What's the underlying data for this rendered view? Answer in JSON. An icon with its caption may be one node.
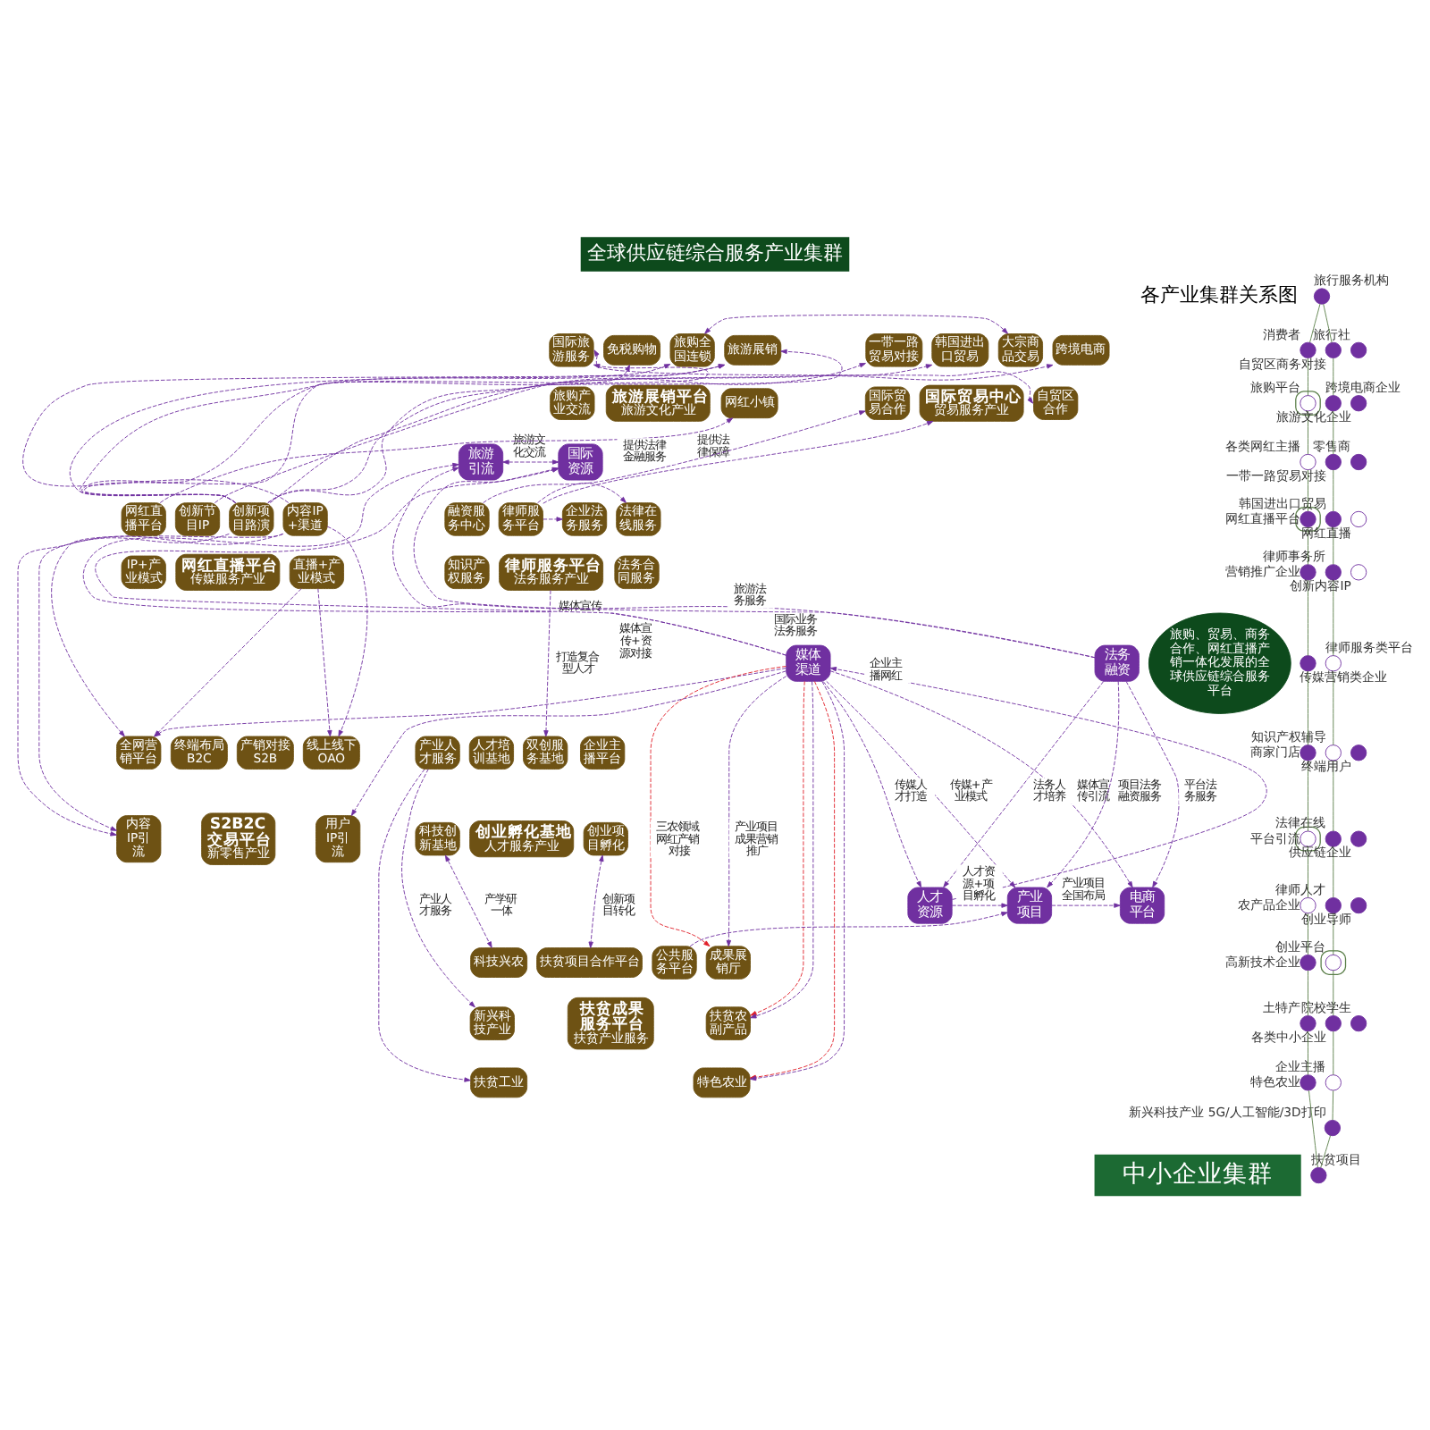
{
  "diagram": {
    "title": "全球供应链综合服务产业集群",
    "caption": "中小企业集群",
    "labels": [
      "各产业集群关系图"
    ],
    "nodes": [
      {
        "text": [
          "旅游展销"
        ]
      },
      {
        "text": [
          "旅购全国连锁"
        ]
      },
      {
        "text": [
          "免税购物"
        ]
      },
      {
        "text": [
          "国际旅游服务"
        ]
      },
      {
        "text": [
          "网红小镇"
        ]
      },
      {
        "text": [
          "旅游展销平台",
          "旅游文化产业"
        ]
      },
      {
        "text": [
          "旅购产业交流"
        ]
      },
      {
        "text": [
          "跨境电商"
        ]
      },
      {
        "text": [
          "大宗商品交易"
        ]
      },
      {
        "text": [
          "韩国进出口贸易"
        ]
      },
      {
        "text": [
          "一带一路贸易对接"
        ]
      },
      {
        "text": [
          "自贸区合作"
        ]
      },
      {
        "text": [
          "国际贸易中心",
          "贸易服务产业"
        ]
      },
      {
        "text": [
          "国际贸易合作"
        ]
      },
      {
        "text": [
          "旅游引流"
        ]
      },
      {
        "text": [
          "国际资源"
        ]
      },
      {
        "text": [
          "内容IP+渠道"
        ]
      },
      {
        "text": [
          "创新项目路演"
        ]
      },
      {
        "text": [
          "创新节目IP"
        ]
      },
      {
        "text": [
          "网红直播平台"
        ]
      },
      {
        "text": [
          "直播+产业模式"
        ]
      },
      {
        "text": [
          "网红直播平台",
          "传媒服务产业"
        ]
      },
      {
        "text": [
          "IP+产业模式"
        ]
      },
      {
        "text": [
          "法律在线服务"
        ]
      },
      {
        "text": [
          "律师服务平台"
        ]
      },
      {
        "text": [
          "企业法务服务"
        ]
      },
      {
        "text": [
          "融资服务中心"
        ]
      },
      {
        "text": [
          "法务合同服务"
        ]
      },
      {
        "text": [
          "律师服务平台",
          "法务服务产业"
        ]
      },
      {
        "text": [
          "知识产权服务"
        ]
      },
      {
        "text": [
          "旅购、贸易、商务合作、网红直播产销一体化发展的全球供应链综合服务平台"
        ]
      },
      {
        "text": [
          "媒体渠道"
        ]
      },
      {
        "text": [
          "法务融资"
        ]
      },
      {
        "text": [
          "线上线下OAO"
        ]
      },
      {
        "text": [
          "产销对接S2B"
        ]
      },
      {
        "text": [
          "终端布局B2C"
        ]
      },
      {
        "text": [
          "全网营销平台"
        ]
      },
      {
        "text": [
          "内容IP引流"
        ]
      },
      {
        "text": [
          "S2B2C交易平台",
          "新零售产业"
        ]
      },
      {
        "text": [
          "用户IP引流"
        ]
      },
      {
        "text": [
          "企业主播平台"
        ]
      },
      {
        "text": [
          "双创服务基地"
        ]
      },
      {
        "text": [
          "人才培训基地"
        ]
      },
      {
        "text": [
          "产业人才服务"
        ]
      },
      {
        "text": [
          "科技创新基地"
        ]
      },
      {
        "text": [
          "创业孵化基地",
          "人才服务产业"
        ]
      },
      {
        "text": [
          "创业项目孵化"
        ]
      },
      {
        "text": [
          "电商平台"
        ]
      },
      {
        "text": [
          "产业项目"
        ]
      },
      {
        "text": [
          "人才资源"
        ]
      },
      {
        "text": [
          "成果展销厅"
        ]
      },
      {
        "text": [
          "公共服务平台"
        ]
      },
      {
        "text": [
          "科技兴农"
        ]
      },
      {
        "text": [
          "扶贫项目合作平台"
        ]
      },
      {
        "text": [
          "扶贫农副产品"
        ]
      },
      {
        "text": [
          "扶贫成果服务平台",
          "扶贫产业服务"
        ]
      },
      {
        "text": [
          "新兴科技产业"
        ]
      },
      {
        "text": [
          "特色农业"
        ]
      },
      {
        "text": [
          "扶贫工业"
        ]
      },
      {
        "text": [],
        "shape": "circle"
      },
      {
        "text": [],
        "shape": "circle",
        "beside": [
          "旅行社"
        ]
      },
      {
        "text": [],
        "shape": "circle",
        "beside": [
          "旅游文化企业"
        ]
      },
      {
        "text": [],
        "shape": "circle",
        "beside": [
          "消费者"
        ]
      },
      {
        "text": [],
        "shape": "circle",
        "beside": [
          "旅购平台"
        ],
        "in": 59
      },
      {
        "text": [],
        "shape": "circle",
        "beside": [
          "零售商"
        ]
      },
      {
        "text": [],
        "shape": "circle",
        "beside": [
          "旅行服务机构"
        ]
      },
      {
        "text": [],
        "shape": "circle",
        "beside": [
          "自贸区商务对接"
        ]
      },
      {
        "text": [],
        "shape": "circle",
        "beside": [
          "跨境电商企业"
        ]
      },
      {
        "text": [],
        "shape": "circle",
        "beside": [
          "一带一路贸易对接"
        ]
      },
      {
        "text": [],
        "shape": "circle",
        "beside": [
          "韩国进出口贸易"
        ]
      },
      {
        "text": [],
        "shape": "circle",
        "beside": [
          "律师事务所"
        ]
      },
      {
        "text": [],
        "shape": "circle",
        "beside": [
          "律师服务类平台"
        ]
      },
      {
        "text": [],
        "shape": "circle",
        "beside": [
          "知识产权辅导"
        ]
      },
      {
        "text": [],
        "shape": "circle",
        "beside": [
          "法律在线"
        ]
      },
      {
        "text": [],
        "shape": "circle",
        "beside": [
          "律师人才"
        ]
      },
      {
        "text": [],
        "shape": "circle"
      },
      {
        "text": [],
        "shape": "circle",
        "beside": [
          "创业导师"
        ]
      },
      {
        "text": [],
        "shape": "circle",
        "beside": [
          "创业平台"
        ],
        "in": 75
      },
      {
        "text": [],
        "shape": "circle",
        "beside": [
          "院校学生"
        ]
      },
      {
        "text": [],
        "shape": "circle",
        "beside": [
          "各类中小企业"
        ]
      },
      {
        "text": [],
        "shape": "circle",
        "beside": [
          "企业主播"
        ]
      },
      {
        "text": [],
        "shape": "circle",
        "beside": [
          "新兴科技产业 5G/人工智能/3D打印"
        ]
      },
      {
        "text": [],
        "shape": "circle",
        "beside": [
          "扶贫项目"
        ]
      },
      {
        "text": [],
        "shape": "circle",
        "beside": [
          "特色农业"
        ]
      },
      {
        "text": [],
        "shape": "circle",
        "beside": [
          "土特产"
        ]
      },
      {
        "text": [],
        "shape": "circle",
        "beside": [
          "高新技术企业"
        ]
      },
      {
        "text": [],
        "shape": "circle",
        "beside": [
          "农产品企业"
        ]
      },
      {
        "text": [],
        "shape": "circle"
      },
      {
        "text": [],
        "shape": "circle",
        "beside": [
          "商家门店"
        ]
      },
      {
        "text": [],
        "shape": "circle",
        "beside": [
          "终端用户"
        ]
      },
      {
        "text": [],
        "shape": "circle",
        "beside": [
          "平台引流"
        ],
        "in": 87
      },
      {
        "text": [],
        "shape": "circle",
        "beside": [
          "供应链企业"
        ]
      },
      {
        "text": [],
        "shape": "circle",
        "beside": [
          "传媒营销类企业"
        ]
      },
      {
        "text": [],
        "shape": "circle",
        "beside": [
          "营销推广企业"
        ]
      },
      {
        "text": [],
        "shape": "circle"
      },
      {
        "text": [],
        "shape": "circle",
        "beside": [
          "网红直播"
        ]
      },
      {
        "text": [],
        "shape": "circle",
        "beside": [
          "各类网红主播"
        ]
      },
      {
        "text": [],
        "shape": "circle",
        "beside": [
          "网红直播平台"
        ],
        "in": 94
      },
      {
        "text": [],
        "shape": "circle",
        "beside": [
          "创新内容IP"
        ]
      }
    ],
    "edges": [
      {
        "from": 17,
        "to": 37,
        "arrow": "to",
        "style": "dashed"
      },
      {
        "from": 17,
        "to": 0,
        "arrow": "to",
        "style": "dashed"
      },
      {
        "from": 17,
        "to": 1,
        "arrow": "to",
        "style": "dashed"
      },
      {
        "from": 17,
        "to": 2,
        "arrow": "to",
        "style": "dashed"
      },
      {
        "from": 17,
        "to": 3,
        "arrow": "to",
        "style": "dashed"
      },
      {
        "from": 17,
        "to": 7,
        "arrow": "to",
        "style": "dashed"
      },
      {
        "from": 17,
        "to": 9,
        "arrow": "to",
        "style": "dashed"
      },
      {
        "from": 17,
        "to": 10,
        "arrow": "to",
        "style": "dashed"
      },
      {
        "from": 1,
        "to": 8,
        "arrow": "both",
        "style": "dashed"
      },
      {
        "from": 16,
        "to": 0,
        "arrow": "to",
        "style": "dashed"
      },
      {
        "from": 18,
        "to": 0,
        "arrow": "to",
        "style": "dashed"
      },
      {
        "from": 16,
        "to": 37,
        "arrow": "to",
        "style": "dashed"
      },
      {
        "from": 19,
        "to": 4,
        "arrow": "to",
        "style": "dashed"
      },
      {
        "from": 3,
        "to": 11,
        "arrow": "both",
        "style": "dashed"
      },
      {
        "from": 24,
        "to": 12,
        "arrow": "to",
        "style": "dashed",
        "label": "提供法律保障"
      },
      {
        "from": 26,
        "to": 13,
        "arrow": "to",
        "style": "dashed",
        "label": "提供法律金融服务"
      },
      {
        "from": 14,
        "to": 15,
        "arrow": "both",
        "style": "dashed",
        "label": "旅游文化交流"
      },
      {
        "from": 31,
        "to": 14,
        "arrow": "to",
        "style": "dashed",
        "label": "媒体宣传"
      },
      {
        "from": 31,
        "to": 15,
        "arrow": "to",
        "style": "dashed",
        "label": "媒体宣传+资源对接"
      },
      {
        "from": 32,
        "to": 14,
        "arrow": "to",
        "style": "dashed",
        "label": "旅游法务服务"
      },
      {
        "from": 32,
        "to": 15,
        "arrow": "to",
        "style": "dashed",
        "label": "国际业务法务服务"
      },
      {
        "from": 49,
        "to": 31,
        "arrow": "to",
        "style": "dashed",
        "label": "企业主播网红"
      },
      {
        "from": 31,
        "to": 49,
        "arrow": "to",
        "style": "dashed",
        "label": "传媒人才打造"
      },
      {
        "from": 31,
        "to": 48,
        "arrow": "to",
        "style": "dashed",
        "label": "传媒+产业模式"
      },
      {
        "from": 31,
        "to": 47,
        "arrow": "to",
        "style": "dashed",
        "label": "媒体宣传引流"
      },
      {
        "from": 32,
        "to": 47,
        "arrow": "to",
        "style": "dashed",
        "label": "平台法务服务"
      },
      {
        "from": 32,
        "to": 48,
        "arrow": "to",
        "style": "dashed",
        "label": "项目法务融资服务"
      },
      {
        "from": 32,
        "to": 49,
        "arrow": "to",
        "style": "dashed",
        "label": "法务人才培养"
      },
      {
        "from": 49,
        "to": 48,
        "arrow": "to",
        "style": "dashed",
        "label": "人才资源+项目孵化"
      },
      {
        "from": 48,
        "to": 47,
        "arrow": "to",
        "style": "dashed",
        "label": "产业项目全国布局"
      },
      {
        "from": 16,
        "to": 33,
        "arrow": "to",
        "style": "dashed"
      },
      {
        "from": 16,
        "to": 36,
        "arrow": "to",
        "style": "dashed"
      },
      {
        "from": 20,
        "to": 33,
        "arrow": "to",
        "style": "dashed"
      },
      {
        "from": 20,
        "to": 36,
        "arrow": "to",
        "style": "dashed"
      },
      {
        "from": 31,
        "to": 36,
        "arrow": "to",
        "style": "dashed"
      },
      {
        "from": 31,
        "to": 39,
        "arrow": "to",
        "style": "dashed"
      },
      {
        "from": 28,
        "to": 41,
        "arrow": "to",
        "style": "dashed",
        "label": "打造复合型人才"
      },
      {
        "from": 44,
        "to": 52,
        "arrow": "both",
        "style": "dashed",
        "label": "产学研一体"
      },
      {
        "from": 46,
        "to": 53,
        "arrow": "both",
        "style": "dashed",
        "label": "创新项目转化"
      },
      {
        "from": 43,
        "to": 56,
        "arrow": "to",
        "style": "dashed",
        "label": "产业人才服务"
      },
      {
        "from": 43,
        "to": 58,
        "arrow": "to",
        "style": "dashed"
      },
      {
        "from": 51,
        "to": 48,
        "arrow": "to",
        "style": "dashed"
      },
      {
        "from": 31,
        "to": 50,
        "arrow": "to",
        "style": "dashed",
        "color": "#e0202a",
        "label": "三农领域网红产销对接"
      },
      {
        "from": 31,
        "to": 54,
        "arrow": "to",
        "style": "dashed",
        "color": "#e0202a"
      },
      {
        "from": 31,
        "to": 57,
        "arrow": "to",
        "style": "dashed",
        "color": "#e0202a"
      },
      {
        "from": 31,
        "to": 50,
        "arrow": "to",
        "style": "dashed",
        "label": "产业项目成果营销推广"
      },
      {
        "from": 31,
        "to": 54,
        "arrow": "to",
        "style": "dashed"
      },
      {
        "from": 31,
        "to": 57,
        "arrow": "to",
        "style": "dashed"
      },
      {
        "from": 65,
        "to": 62,
        "arrow": "none",
        "color": "#5b7f4a"
      },
      {
        "from": 62,
        "to": 63,
        "arrow": "none",
        "color": "#5b7f4a"
      },
      {
        "from": 63,
        "to": 96,
        "arrow": "none",
        "color": "#5b7f4a"
      },
      {
        "from": 96,
        "to": 97,
        "arrow": "none",
        "color": "#5b7f4a"
      },
      {
        "from": 97,
        "to": 93,
        "arrow": "none",
        "color": "#5b7f4a"
      },
      {
        "from": 93,
        "to": 92,
        "arrow": "none",
        "color": "#5b7f4a"
      },
      {
        "from": 92,
        "to": 88,
        "arrow": "none",
        "color": "#5b7f4a"
      },
      {
        "from": 88,
        "to": 90,
        "arrow": "none",
        "color": "#5b7f4a"
      },
      {
        "from": 90,
        "to": 86,
        "arrow": "none",
        "color": "#5b7f4a"
      },
      {
        "from": 86,
        "to": 85,
        "arrow": "none",
        "color": "#5b7f4a"
      },
      {
        "from": 85,
        "to": 84,
        "arrow": "none",
        "color": "#5b7f4a"
      },
      {
        "from": 84,
        "to": 83,
        "arrow": "none",
        "color": "#5b7f4a"
      },
      {
        "from": 83,
        "to": 82,
        "arrow": "none",
        "color": "#5b7f4a"
      },
      {
        "from": 65,
        "to": 66,
        "arrow": "none",
        "color": "#5b7f4a"
      },
      {
        "from": 66,
        "to": 67,
        "arrow": "none",
        "color": "#5b7f4a"
      },
      {
        "from": 67,
        "to": 68,
        "arrow": "none",
        "color": "#5b7f4a"
      },
      {
        "from": 68,
        "to": 69,
        "arrow": "none",
        "color": "#5b7f4a"
      },
      {
        "from": 69,
        "to": 70,
        "arrow": "none",
        "color": "#5b7f4a"
      },
      {
        "from": 70,
        "to": 71,
        "arrow": "none",
        "color": "#5b7f4a"
      },
      {
        "from": 71,
        "to": 72,
        "arrow": "none",
        "color": "#5b7f4a"
      },
      {
        "from": 72,
        "to": 73,
        "arrow": "none",
        "color": "#5b7f4a"
      },
      {
        "from": 73,
        "to": 74,
        "arrow": "none",
        "color": "#5b7f4a"
      },
      {
        "from": 74,
        "to": 77,
        "arrow": "none",
        "color": "#5b7f4a"
      },
      {
        "from": 77,
        "to": 79,
        "arrow": "none",
        "color": "#5b7f4a"
      },
      {
        "from": 79,
        "to": 80,
        "arrow": "none",
        "color": "#5b7f4a"
      },
      {
        "from": 80,
        "to": 81,
        "arrow": "none",
        "color": "#5b7f4a"
      },
      {
        "from": 81,
        "to": 82,
        "arrow": "none",
        "color": "#5b7f4a"
      },
      {
        "from": 24,
        "to": 23,
        "arrow": "to",
        "style": "dashed"
      },
      {
        "from": 24,
        "to": 25,
        "arrow": "to",
        "style": "dashed"
      }
    ]
  }
}
